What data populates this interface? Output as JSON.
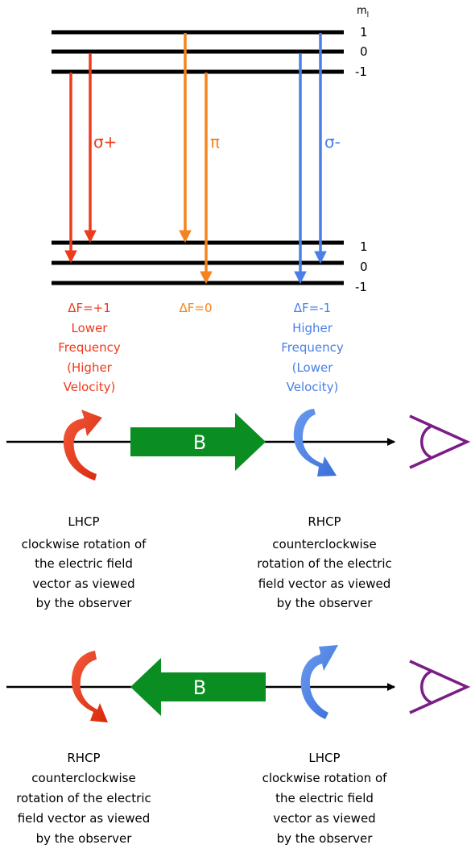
{
  "colors": {
    "red": "#ee3a1d",
    "orange": "#f6831f",
    "blue": "#4a80e6",
    "green": "#0a8d21",
    "purple": "#7a1d85",
    "black": "#000000"
  },
  "energy_levels": {
    "ml_label": "m",
    "ml_subscript": "l",
    "upper": [
      "1",
      "0",
      "-1"
    ],
    "lower": [
      "1",
      "0",
      "-1"
    ]
  },
  "transitions": {
    "sigma_plus": "σ+",
    "pi": "π",
    "sigma_minus": "σ-"
  },
  "delta_labels": {
    "left": [
      "ΔF=+1",
      "Lower",
      "Frequency",
      "(Higher",
      "Velocity)"
    ],
    "middle": [
      "ΔF=0"
    ],
    "right": [
      "ΔF=-1",
      "Higher",
      "Frequency",
      "(Lower",
      "Velocity)"
    ]
  },
  "field_label": "B",
  "panel1": {
    "left_caption": [
      "LHCP",
      "clockwise rotation of",
      "the electric field",
      "vector as viewed",
      "by the observer"
    ],
    "right_caption": [
      "RHCP",
      "counterclockwise",
      "rotation of the electric",
      "field vector as viewed",
      "by the observer"
    ]
  },
  "panel2": {
    "left_caption": [
      "RHCP",
      "counterclockwise",
      "rotation of the electric",
      "field vector as viewed",
      "by the observer"
    ],
    "right_caption": [
      "LHCP",
      "clockwise rotation of",
      "the electric field",
      "vector as viewed",
      "by the observer"
    ]
  }
}
